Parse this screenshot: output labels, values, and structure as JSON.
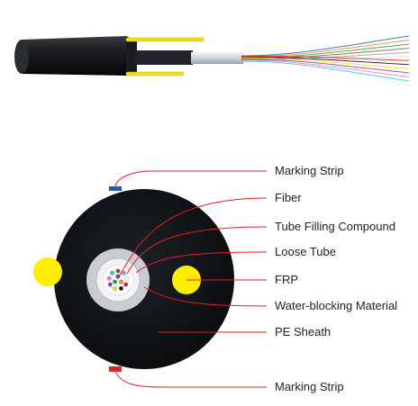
{
  "labels": [
    "Marking Strip",
    "Fiber",
    "Tube Filling Compound",
    "Loose Tube",
    "FRP",
    "Water-blocking Material",
    "PE Sheath",
    "Marking Strip"
  ],
  "colors": {
    "leader_line": "#e31e24",
    "sheath": "#111418",
    "frp": "#ffee00",
    "marking_top": "#1e5fb5",
    "marking_bottom": "#d42a2a",
    "water_blocking": "#c9cdd2",
    "tube": "#f4f4f4"
  },
  "fiber_colors": [
    "#1f5fd0",
    "#f08a1c",
    "#22a24a",
    "#8b5a2b",
    "#9aa0a6",
    "#ffffff",
    "#e02020",
    "#111111",
    "#f5e11a",
    "#8a3cc4",
    "#f080b0",
    "#39c6d6"
  ]
}
